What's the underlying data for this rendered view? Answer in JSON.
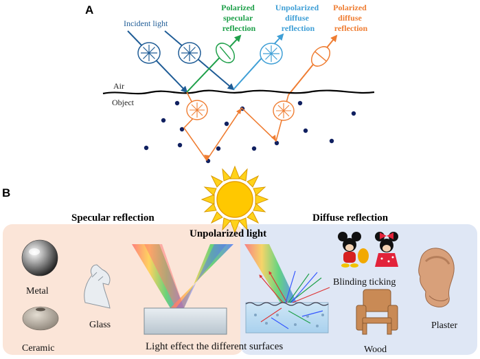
{
  "panel_a": {
    "letter": "A",
    "incident_label": "Incident light",
    "polarized_specular": [
      "Polarized",
      "specular",
      "reflection"
    ],
    "unpolarized_diffuse": [
      "Unpolarized",
      "diffuse",
      "reflection"
    ],
    "polarized_diffuse": [
      "Polarized",
      "diffuse",
      "reflection"
    ],
    "air_label": "Air",
    "object_label": "Object"
  },
  "panel_b": {
    "letter": "B",
    "specular_heading": "Specular reflection",
    "diffuse_heading": "Diffuse reflection",
    "unpolarized_light": "Unpolarized light",
    "caption": "Light effect the different surfaces",
    "materials": {
      "metal": "Metal",
      "ceramic": "Ceramic",
      "glass": "Glass",
      "blinding": "Blinding ticking",
      "wood": "Wood",
      "plaster": "Plaster"
    }
  },
  "colors": {
    "incident": "#1f5c96",
    "specular": "#1fa04a",
    "unpolarized": "#3f9fd6",
    "polarized_diffuse": "#ef7d32",
    "dots": "#102060",
    "left_panel_bg": "#fbe5d8",
    "right_panel_bg": "#dfe7f5"
  }
}
